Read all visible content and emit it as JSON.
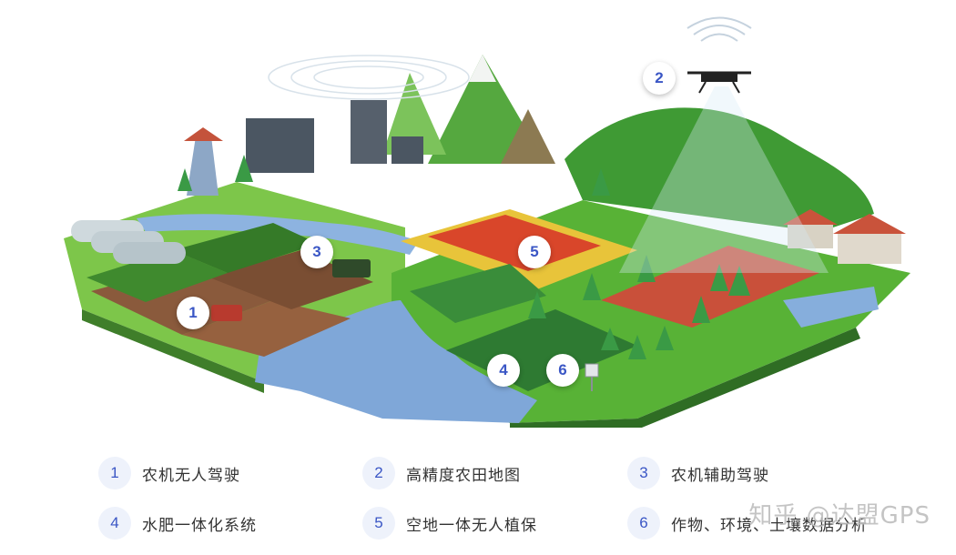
{
  "markers": [
    "1",
    "2",
    "3",
    "4",
    "5",
    "6"
  ],
  "legend": [
    {
      "num": "1",
      "label": "农机无人驾驶"
    },
    {
      "num": "2",
      "label": "高精度农田地图"
    },
    {
      "num": "3",
      "label": "农机辅助驾驶"
    },
    {
      "num": "4",
      "label": "水肥一体化系统"
    },
    {
      "num": "5",
      "label": "空地一体无人植保"
    },
    {
      "num": "6",
      "label": "作物、环境、土壤数据分析"
    }
  ],
  "watermark": "知乎 @达盟GPS",
  "colors": {
    "accent": "#3a56c5",
    "grass": "#5fb83a",
    "water": "#7fa7d8",
    "soil": "#8a5a3c",
    "field_red": "#d9462a",
    "field_yellow": "#e8c43a"
  }
}
